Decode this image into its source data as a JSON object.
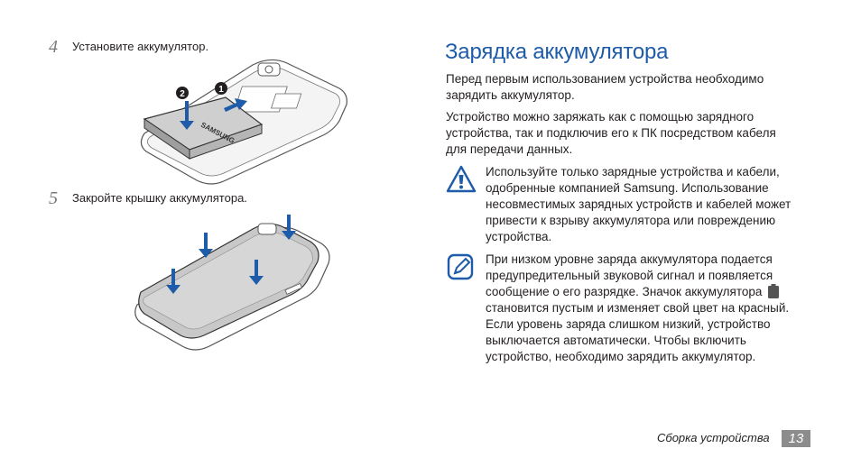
{
  "steps": [
    {
      "number": "4",
      "text": "Установите аккумулятор."
    },
    {
      "number": "5",
      "text": "Закройте крышку аккумулятора."
    }
  ],
  "illustrations": {
    "battery_callouts": [
      "❶",
      "❷"
    ],
    "battery_brand": "SAMSUNG",
    "arrow_color": "#1e5ba8"
  },
  "section": {
    "title": "Зарядка аккумулятора",
    "paragraphs": [
      "Перед первым использованием устройства необходимо зарядить аккумулятор.",
      "Устройство можно заряжать как с помощью зарядного устройства, так и подключив его к ПК посредством кабеля для передачи данных."
    ],
    "warning": {
      "icon": "warning-triangle-icon",
      "text": "Используйте только зарядные устройства и кабели, одобренные компанией Samsung. Использование несовместимых зарядных устройств и кабелей может привести к взрыву аккумулятора или повреждению устройства."
    },
    "note": {
      "icon": "note-pencil-icon",
      "text_before_icon": "При низком уровне заряда аккумулятора подается предупредительный звуковой сигнал и появляется сообщение о его разрядке. Значок аккумулятора",
      "inline_icon": "battery-empty-icon",
      "text_after_icon": "становится пустым и изменяет свой цвет на красный. Если уровень заряда слишком низкий, устройство выключается автоматически. Чтобы включить устройство, необходимо зарядить аккумулятор."
    }
  },
  "footer": {
    "label": "Сборка устройства",
    "page_number": "13"
  },
  "colors": {
    "accent": "#1e5ba8",
    "text": "#231f20",
    "page_badge": "#8c8c8c"
  }
}
